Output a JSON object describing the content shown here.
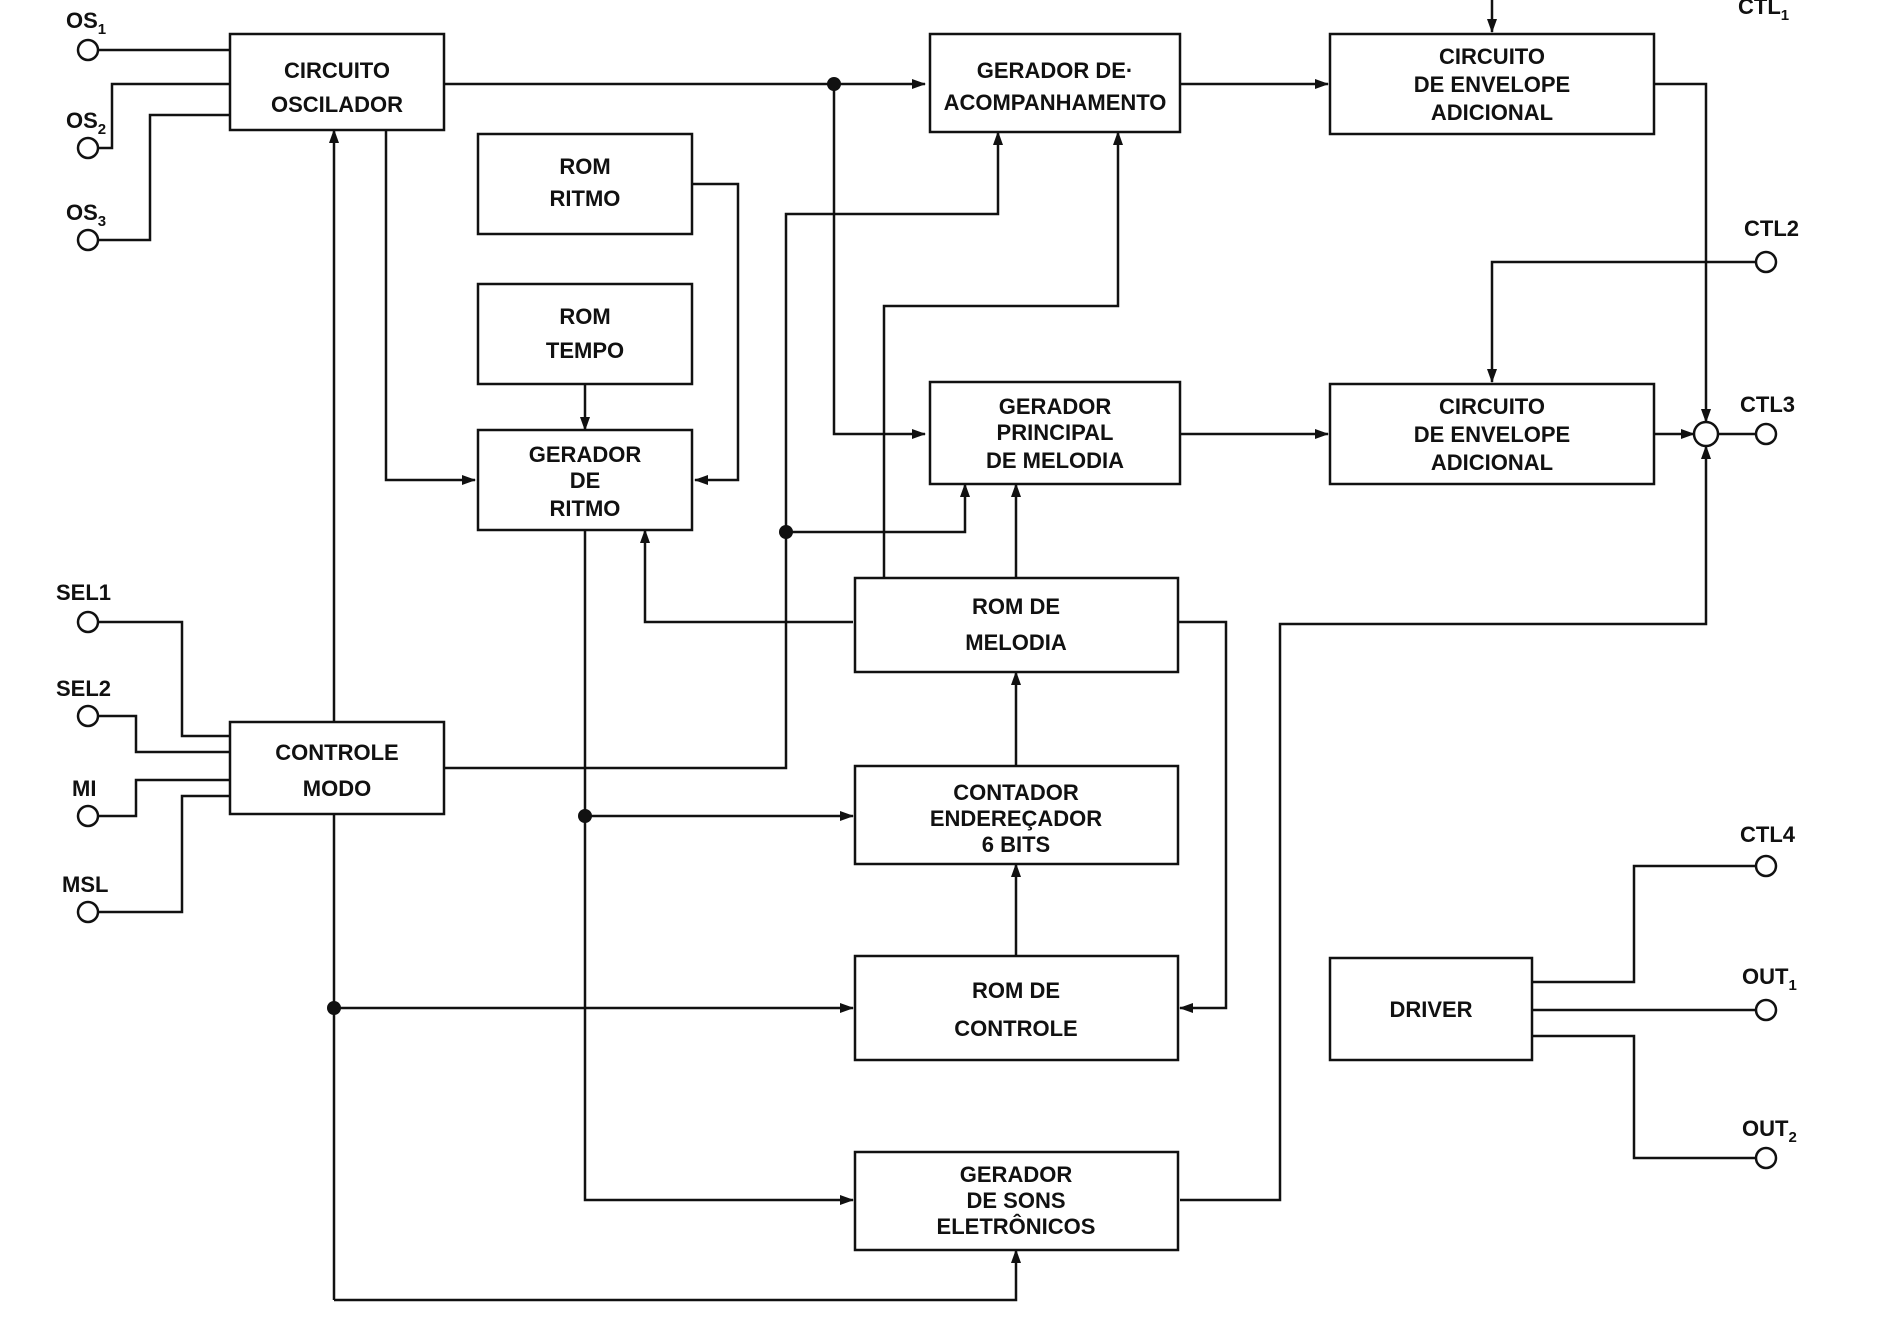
{
  "blocks": {
    "osc": [
      "CIRCUITO",
      "OSCILADOR"
    ],
    "rom_ritmo": [
      "ROM",
      "RITMO"
    ],
    "rom_tempo": [
      "ROM",
      "TEMPO"
    ],
    "ger_ritmo": [
      "GERADOR",
      "DE",
      "RITMO"
    ],
    "ger_acomp": [
      "GERADOR DE·",
      "ACOMPANHAMENTO"
    ],
    "ger_melod": [
      "GERADOR",
      "PRINCIPAL",
      "DE MELODIA"
    ],
    "env1": [
      "CIRCUITO",
      "DE ENVELOPE",
      "ADICIONAL"
    ],
    "env2": [
      "CIRCUITO",
      "DE ENVELOPE",
      "ADICIONAL"
    ],
    "rom_melod": [
      "ROM DE",
      "MELODIA"
    ],
    "ctrl_modo": [
      "CONTROLE",
      "MODO"
    ],
    "contador": [
      "CONTADOR",
      "ENDEREÇADOR",
      "6 BITS"
    ],
    "rom_ctrl": [
      "ROM DE",
      "CONTROLE"
    ],
    "ger_sons": [
      "GERADOR",
      "DE SONS",
      "ELETRÔNICOS"
    ],
    "driver": [
      "DRIVER"
    ]
  },
  "pins": {
    "os1": {
      "base": "OS",
      "sub": "1"
    },
    "os2": {
      "base": "OS",
      "sub": "2"
    },
    "os3": {
      "base": "OS",
      "sub": "3"
    },
    "sel1": {
      "base": "SEL1",
      "sub": ""
    },
    "sel2": {
      "base": "SEL2",
      "sub": ""
    },
    "mi": {
      "base": "MI",
      "sub": ""
    },
    "msl": {
      "base": "MSL",
      "sub": ""
    },
    "ctl1": {
      "base": "CTL",
      "sub": "1"
    },
    "ctl2": {
      "base": "CTL2",
      "sub": ""
    },
    "ctl3": {
      "base": "CTL3",
      "sub": ""
    },
    "ctl4": {
      "base": "CTL4",
      "sub": ""
    },
    "out1": {
      "base": "OUT",
      "sub": "1"
    },
    "out2": {
      "base": "OUT",
      "sub": "2"
    }
  }
}
